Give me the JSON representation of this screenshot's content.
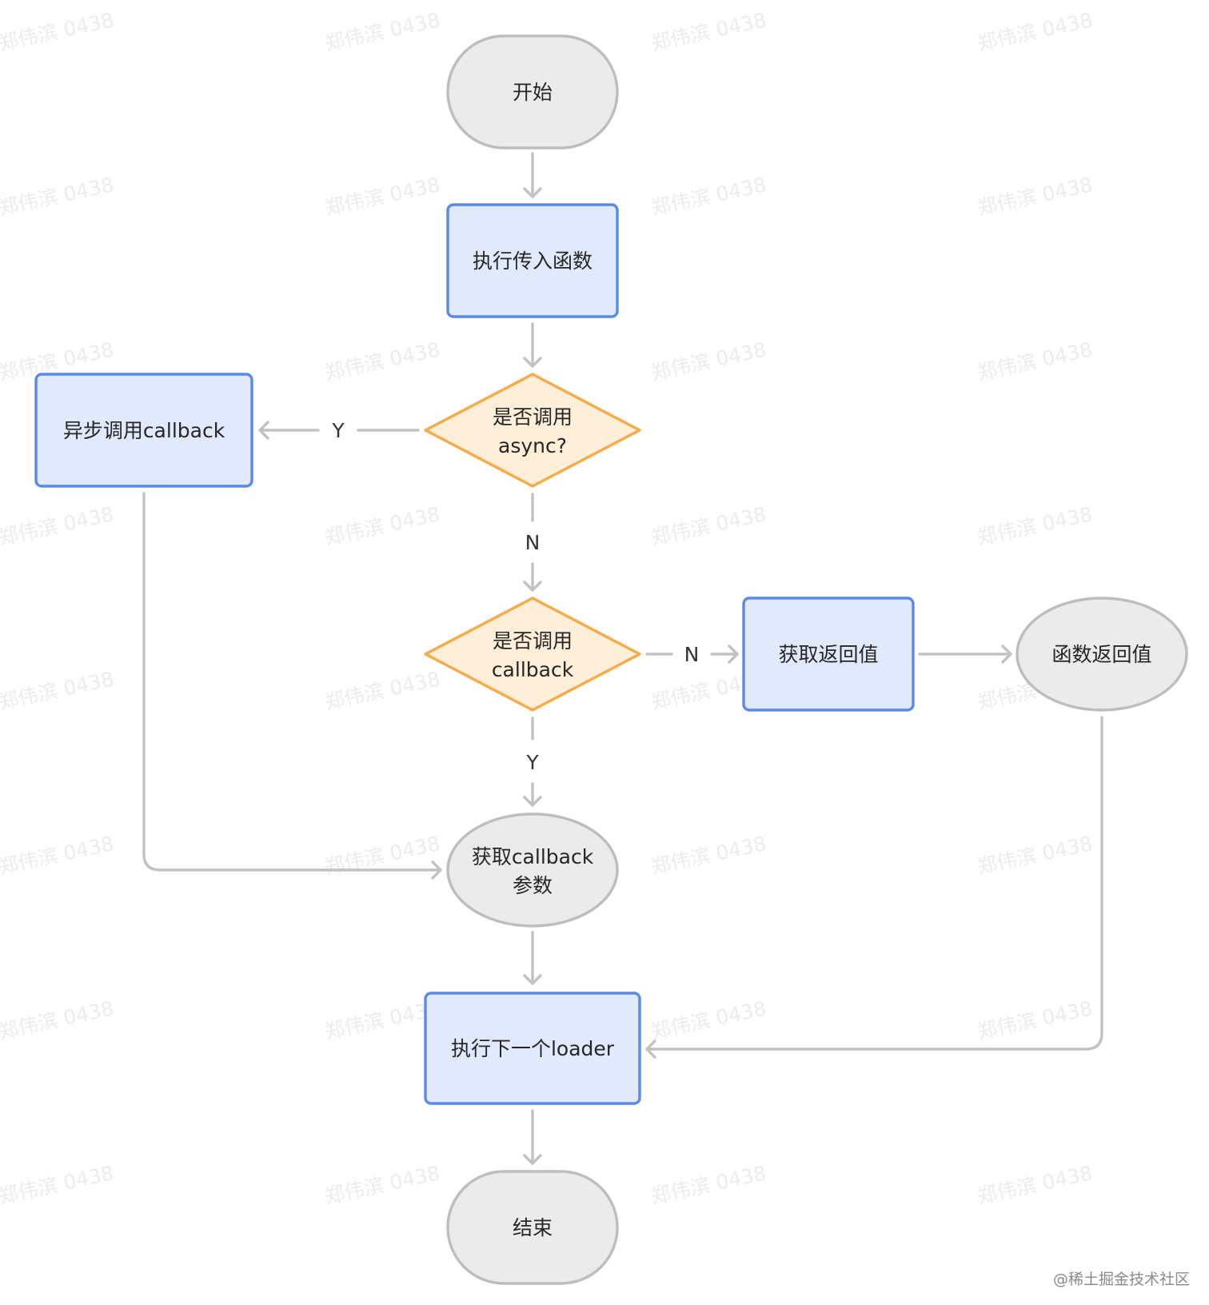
{
  "watermark": "郑伟滨 0438",
  "credit": "@稀土掘金技术社区",
  "nodes": {
    "start": "开始",
    "exec_fn": "执行传入函数",
    "is_async_1": "是否调用",
    "is_async_2": "async?",
    "async_cb": "异步调用callback",
    "is_cb_1": "是否调用",
    "is_cb_2": "callback",
    "get_ret": "获取返回值",
    "fn_ret": "函数返回值",
    "get_cb_1": "获取callback",
    "get_cb_2": "参数",
    "next_loader": "执行下一个loader",
    "end": "结束"
  },
  "edges": {
    "async_yes": "Y",
    "async_no": "N",
    "cb_no": "N",
    "cb_yes": "Y"
  }
}
